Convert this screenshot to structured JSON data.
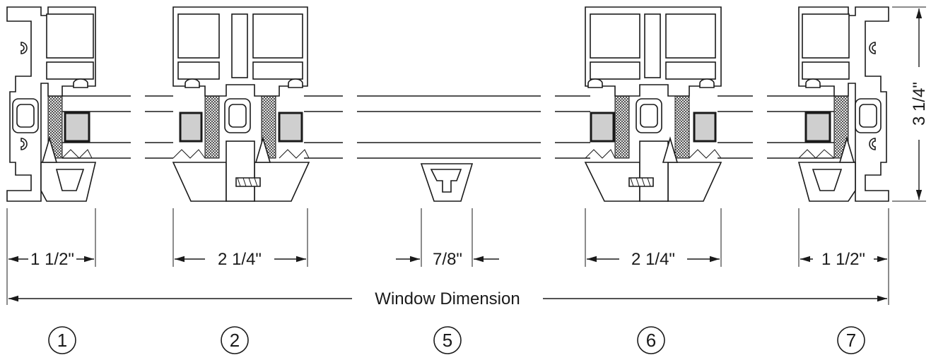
{
  "diagram": {
    "dimensions": {
      "d1": "1 1/2\"",
      "d2": "2 1/4\"",
      "d5": "7/8\"",
      "d6": "2 1/4\"",
      "d7": "1 1/2\"",
      "overall": "Window Dimension",
      "height": "3 1/4\""
    },
    "section_labels": [
      "1",
      "2",
      "5",
      "6",
      "7"
    ]
  }
}
